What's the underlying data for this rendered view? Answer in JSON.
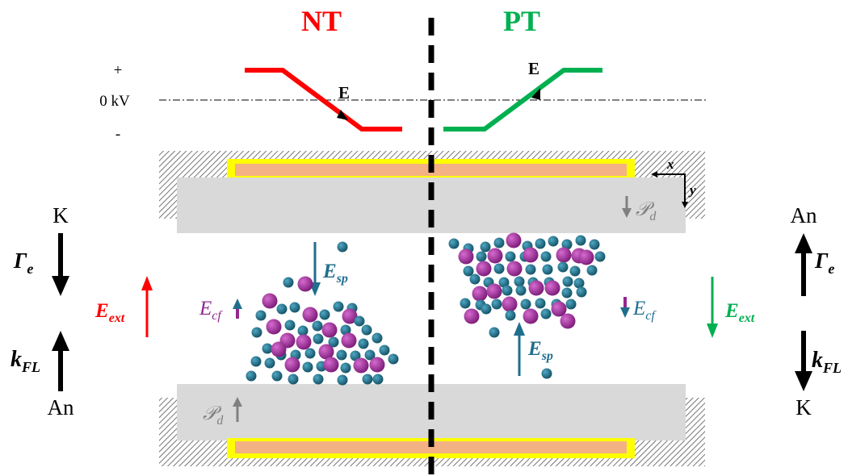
{
  "headers": {
    "negative": "NT",
    "positive": "PT"
  },
  "voltage_axis": {
    "plus": "+",
    "zero": "0 kV",
    "minus": "-"
  },
  "field_label": "E",
  "coordinates": {
    "x": "x",
    "y": "y"
  },
  "polarization": {
    "symbol": "𝒫",
    "subscript": "d"
  },
  "left_side": {
    "top_electrode": "K",
    "bottom_electrode": "An",
    "gamma": {
      "symbol": "Γ",
      "subscript": "e"
    },
    "kfl": {
      "symbol": "k",
      "subscript": "FL"
    },
    "e_ext": {
      "symbol": "E",
      "subscript": "ext"
    },
    "e_cf": {
      "symbol": "E",
      "subscript": "cf"
    },
    "e_sp": {
      "symbol": "E",
      "subscript": "sp"
    }
  },
  "right_side": {
    "top_electrode": "An",
    "bottom_electrode": "K",
    "gamma": {
      "symbol": "Γ",
      "subscript": "e"
    },
    "kfl": {
      "symbol": "k",
      "subscript": "FL"
    },
    "e_ext": {
      "symbol": "E",
      "subscript": "ext"
    },
    "e_cf": {
      "symbol": "E",
      "subscript": "cf"
    },
    "e_sp": {
      "symbol": "E",
      "subscript": "sp"
    }
  },
  "colors": {
    "negative": "#ff0000",
    "positive": "#00b050",
    "field_arrow": "#1f6e8c",
    "cf_arrow": "#92278f",
    "ion_teal": "#1b6f8a",
    "ion_magenta": "#a0289a",
    "dielectric": "#d9d9d9",
    "electrode": "#f4b183",
    "edge": "#ffff00",
    "polar_arrow": "#808080"
  }
}
